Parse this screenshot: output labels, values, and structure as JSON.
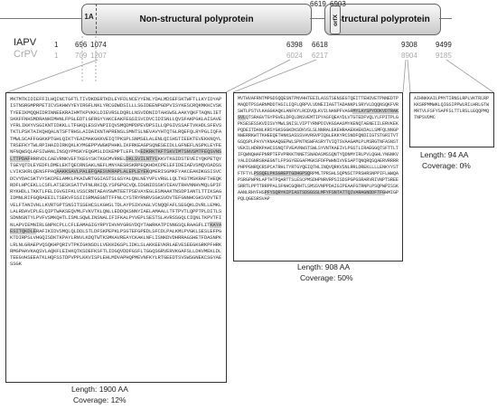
{
  "genome": {
    "domain_1a": "1A",
    "non_structural_label": "Non-structural polyprotein",
    "orfx_label": "orfX",
    "structural_label": "Structural polyprotein",
    "orfx_start": "6619",
    "orfx_end": "6903"
  },
  "tracks": {
    "iapv_name": "IAPV",
    "crpv_name": "CrPV",
    "iapv_positions": [
      "1",
      "696",
      "1074",
      "6398",
      "6618",
      "9308",
      "9499"
    ],
    "crpv_positions": [
      "1",
      "709",
      "1207",
      "6024",
      "6217",
      "8904",
      "9185"
    ]
  },
  "panels": [
    {
      "segments": [
        {
          "t": "MKTMTKIDIEFFILHQINCTGFTLTIVDKDERTKDLEYFDLNCEYYENLYDALMDSEFSKTWFTLLKYIDYAPISTNSRGMPRPETICVSKHWVYEYIRGFLNKLYRCGDWDSILLLSGIDEENPG",
          "h": false
        },
        {
          "t": "DPVISYKESCRQKMKKCVSKTYEEIKMQQHIDRINNEEKRAIHMTKPVKKLDIEVRSLDQRLLNSVDDNIDTAHSWSLAAKYQKFTAQNLIETSKKFFNHSMDRANHIMHNLFPGLEDTLGFRGYYAKCEAKFEGSISVCDVCIDISNLLQVSFAKPGKLAISAVEYFRLIKKYVSGIKNTIDKKLLTFGKQLESSVNPIIQVSMQDMPDPEVDPSILLQPGIVSSAFTVKHDLSFEVSTKTLPSKTAIKQHQALNTSFTRHSLAIDAIKNTAPRENSLSMNTSLNEVAVYHTQTGLRQEFQLRYPGLIQFATMWLSCAFFGGKKPTGHLQIKTYEAIMAKGKKVEIQTPKSPLSNMSELALENLQISHSTIEEKTEVEKKNQYLTRSEFKYTWLRPIHAIDIRKQKLKYMGEPPVWGKPHHKLIKFRKEAGPSQNESEIDLLGFNEFLNSPKLEYFENFNQWSQLAFSIWANLINSQYPMSKYEQGMSLDIKEMPTLEFLTK",
          "h": false
        },
        {
          "t": "EDKRKTKFTSKVIMTSNVSMTFEQSVNSLTTPDAF",
          "h": true
        },
        {
          "t": "RRRVDLCAEVRNKVEFTKEGYSKTKGCMVRREL",
          "h": false
        },
        {
          "t": "DKLSVILNTYL",
          "h": true
        },
        {
          "t": "KKVTKGIDSTEVEIYQKPETQYTGEYQTDLEYEDFLDMEL",
          "h": false
        },
        {
          "t": "EKTQECRNSAKLNEFLMNYAESRSKRPEQKH",
          "h": false
        },
        {
          "t": "DKCPELEFIDEIAEVSMQVDADSSLVIKSKRLQENSFPAQ",
          "h": false
        },
        {
          "t": "AAKKSAVLPALEFQAESVKRAPLALEPLEYEK",
          "h": true
        },
        {
          "t": "QMERISGMKFYAKCEAKDKGSISVCDCVYDACSKTVYSKCPELAMKLPKAIWRTGGIASTSLGSYALQNLNEYVPLVRGLLQLTKGTMSKRAFTHEQKRDFLHPCEKLLCSFLATSESKSATTVFNLRKIQLYSPGPGCVQLIDGNIDSSKVIEAVTRHVNNHVMQLGPIFRYKHDLLTKKTLFELIGVGIFKLVSSCRNTAEAVSWMTEETPSEVAYEGLESMAAKTNSDPIANTLTTIKSAGIDMNLRIFGQRAEEILTSEKVFSSIISRMAEGNTTFFNLCYSTRYRNRVSGKSVDVTEFGNNHCGKSVDVTETVELFTANIVHLLKVRTGPTSNSITSSEHCSLKGHSLTDLAYPSIKVAGLVCNQQFAFLSEGQKLDVRLLEMKLLALRDAVCPLELQIPTWAKSEQVMLFVKVTKLQNLLEDDQKSNNYIAELAMAALLTFTPVTLQPPTPLDITLSSDNNSNTYLPVFVSMKQHTLISMLSQWLINSNALIFIFKALPYVEPLSESTSLAVRSSGQLCIQNLTKPVTFINLAPVIEMNIRLGNPKCPLLCFLEAMAGIGYRPYIHVHYGRGYDQYTAWRKATPINNGSQLRAAGFLIT",
          "h": false
        },
        {
          "t": "KAYAESITQKDLE",
          "h": true
        },
        {
          "t": "RAFIKIDVSMQLQLDDLSTLDFSKPEPKLPSGTEFGPEDLSFCDLPALKMLPVGKLSESLEFPGKTDIRPSLVHGQISDKTKPAYLRNVLKDQTWTKSMKAVREAYCKAKLNFLISNKDVDHRRAGSHETFDASNPKLRLNLGRAEPVQSQKHPQRIVTPKIGKNSDLLVEKKDGSPLIDKLSLAKKEEVKRLAEVESEEGKGRKPFHRKRMGPHAVKAQSVLAQKFLEIHKQTKSDEFKSFTLIDGQVDDFGSFLTGGQSGRVERVKGAFSLLDKVMEKLDLTEEGVHSEEATKLHQFSSTDPVPPLKKVISPLEHLMDVAPHQPMEVNFKYLRTGEEDTSVSWSGNEKCSGYAESSGK",
          "h": false
        }
      ],
      "length": "Length: 1900 AA",
      "coverage": "Coverage: 12%"
    },
    {
      "segments": [
        {
          "t": "MVTHVAFRNTMPGDSQQESNTPNVHHTEEILASSTSENSEGTQEITTEHDVETPNNEDTPMAQDTPSSARNMDDTHSILIQFLQRPVLVDNEIIAGTTADANKPLSRYVLDQQNSQKFVRSWTLPSTVLKAGGKAQKLANFKYLRCDVQLKVILNANPFVAGR",
          "h": false
        },
        {
          "t": "MYLAYSPYDDKVDTRAKSVL",
          "h": true
        },
        {
          "t": "QTSRAGVTGYPGVELDFQLDNSVEMTIPYASFQEAYDLVTGTEDFVQLYLFPITPLGPKSESESSKVDISVYMWLSNISLVIPTYRNPDIVKGSAASMYKENQTAENEIILERVKEKPQDEITDANLKRSYGKSGGKDKSDKVSLSLNNRALEKEHRAAEKHEKDALLSMFQLNNGPNWERRKWTTKHEEQETHNKSASSSVAVRGVPIQGLEKKYRCSNDFQNDIIGTSTGRITVTGSQSPLPAYVYKNAAQGEPWLSPNTNSWFASRYTVIQTSVAAGAMLPLMSRGTNFASNSTVEKILHDRKPAHCSSNQTFVEAVNWSTSWLSYVNTKAEIVLPGSTLIRAEGGQTSFTTLTIFQWNQHAFPNRPTEFVPRKKTNNETSNADASMSSQNTYQDNMYIRLPVLQGHLYNGNKVYALDIGNRSRAEGNTLFPSGYEEGAFMGKSFDFPWHNIVVESAPTQNQRQSQAERVRRRRPHPPGNRQCRSPCATRHLTYRTGYQEIQTHLINQVQRKVSNLRRLDREKLLLLENKYYSTFTFTYL",
          "h": false
        },
        {
          "t": "PSSQELPKSGREPTGDHGPSQ",
          "h": true
        },
        {
          "t": "RPMLTPRSHLSQPNSCTPRSHRSNPPIFLWWQAPSRGPWPRLAPTHTPQARTTSLESCPMSDHPNRVRPSISDSPGPGSRARVRIVNPTSREESRRTLPPTTRRPPALSFNHCGQRHTLSMSSVNPPDAIGIPEAAFGTRNPLPSQPWPISSKAANLRHYFHS",
          "h": false
        },
        {
          "t": "PFYSQRYKIPIASTSDSGSSLMFYFSNTATTQIVARAGNDDFTFG",
          "h": true
        },
        {
          "t": "WMIGPPQLQGESRSVAP",
          "h": false
        }
      ],
      "length": "Length: 908 AA",
      "coverage": "Coverage: 50%"
    },
    {
      "segments": [
        {
          "t": "AIHNKKAILPMYTIRNSLRPLVKTRLRPKKSRPMMWKLQIGSIPPWLRILHRLGTWMRTVLFSFYSAPFSLTTLRSLLEQQPMQTNPSVDMC",
          "h": false
        }
      ],
      "length": "Length: 94 AA",
      "coverage": "Coverage: 0%"
    }
  ]
}
